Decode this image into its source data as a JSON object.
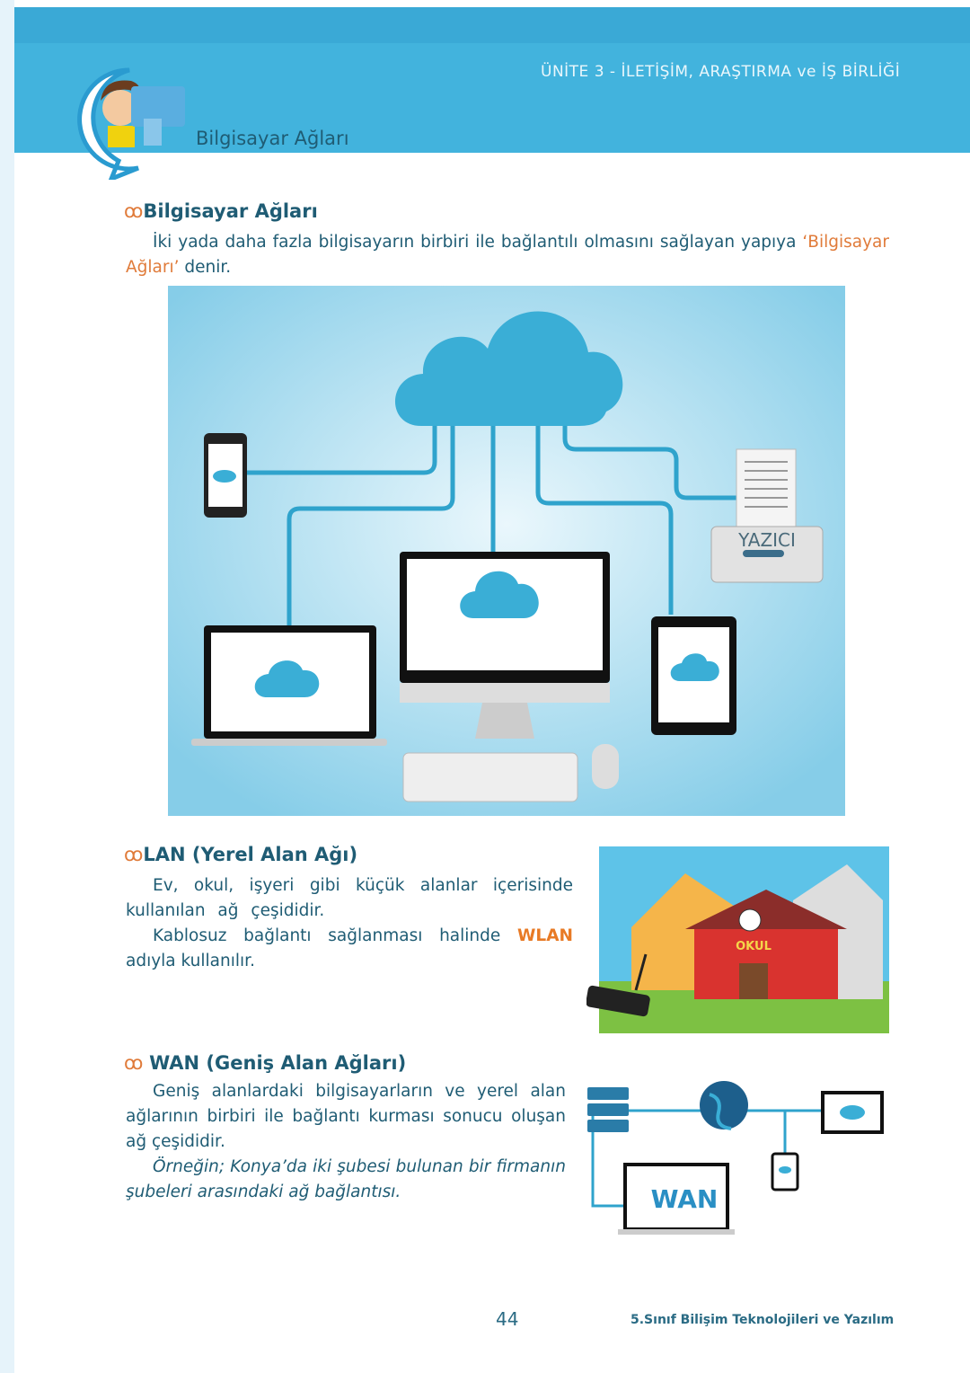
{
  "header": {
    "unit": "ÜNİTE  3 - İLETİŞİM, ARAŞTIRMA ve İŞ BİRLİĞİ",
    "section": "Bilgisayar Ağları"
  },
  "intro": {
    "heading": "Bilgisayar Ağları",
    "text": "İki yada daha fazla bilgisayarın  birbiri ile bağlantılı olmasını sağlayan yapıya ",
    "highlight": "‘Bilgisayar Ağları’",
    "text_end": " denir."
  },
  "network_illustration": {
    "printer_label": "YAZICI"
  },
  "lan": {
    "heading": "LAN (Yerel Alan Ağı)",
    "p1": "Ev, okul, işyeri gibi küçük alanlar içerisinde kullanılan ağ çeşididir.",
    "p2_start": "Kablosuz bağlantı sağlanması halinde ",
    "p2_highlight": "WLAN",
    "p2_end": " adıyla kullanılır.",
    "image_label": "OKUL"
  },
  "wan": {
    "heading": "WAN (Geniş Alan Ağları)",
    "p1": "Geniş alanlardaki bilgisayarların ve yerel alan ağlarının birbiri ile bağlantı kurması sonucu oluşan ağ çeşididir.",
    "p2": "Örneğin; Konya’da iki şubesi bulunan bir firmanın şubeleri arasındaki ağ bağlantısı.",
    "image_label": "WAN"
  },
  "footer": {
    "page_number": "44",
    "book_title": "5.Sınıf Bilişim Teknolojileri ve Yazılım"
  },
  "colors": {
    "band": "#42b3dd",
    "text": "#1f5c74",
    "accent": "#e07b3a"
  },
  "icons": {
    "heading_marker": "glasses-icon"
  }
}
